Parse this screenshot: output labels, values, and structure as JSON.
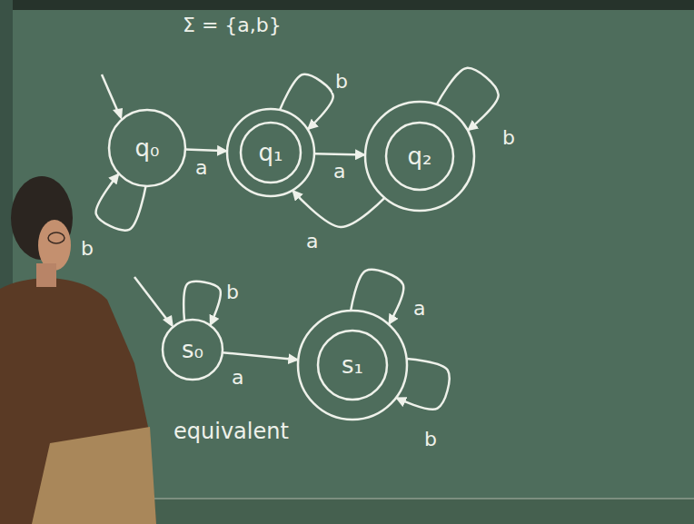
{
  "diagram": {
    "nodes": [
      {
        "text": [
          "q₀"
        ]
      },
      {
        "text": [
          "q₁"
        ]
      },
      {
        "text": [
          "q₂"
        ]
      },
      {
        "text": [
          "s₀"
        ]
      },
      {
        "text": [
          "s₁"
        ]
      }
    ],
    "edges": [
      {
        "from": 0,
        "to": 1,
        "arrow": "to",
        "label": "a"
      },
      {
        "from": 0,
        "to": 0,
        "arrow": "to",
        "label": "b"
      },
      {
        "from": 1,
        "to": 1,
        "arrow": "to",
        "label": "b"
      },
      {
        "from": 1,
        "to": 2,
        "arrow": "to",
        "label": "a"
      },
      {
        "from": 2,
        "to": 1,
        "arrow": "to",
        "label": "a"
      },
      {
        "from": 2,
        "to": 2,
        "arrow": "to",
        "label": "b"
      },
      {
        "from": 3,
        "to": 3,
        "arrow": "to",
        "label": "b"
      },
      {
        "from": 3,
        "to": 4,
        "arrow": "to",
        "label": "a"
      },
      {
        "from": 4,
        "to": 4,
        "arrow": "to",
        "label": "a"
      },
      {
        "from": 4,
        "to": 4,
        "arrow": "to",
        "label": "b"
      }
    ],
    "labels": [
      "Σ = {a,b}",
      "equivalent"
    ]
  }
}
